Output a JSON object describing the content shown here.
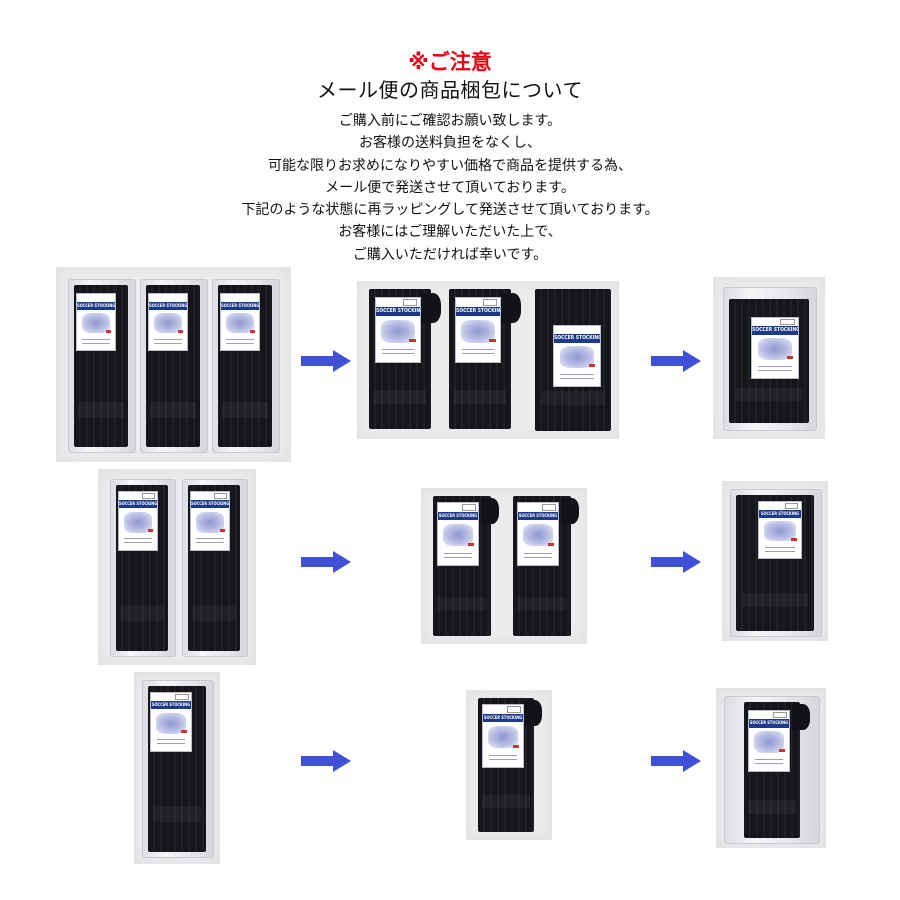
{
  "notice": "※ご注意",
  "heading": "メール便の商品梱包について",
  "body_lines": [
    "ご購入前にご確認お願い致します。",
    "お客様の送料負担をなくし、",
    "可能な限りお求めになりやすい価格で商品を提供する為、",
    "メール便で発送させて頂いております。",
    "下記のような状態に再ラッピングして発送させて頂いております。",
    "お客様にはご理解いただいた上で、",
    "ご購入いただければ幸いです。"
  ],
  "product_label": "SOCCER STOCKING",
  "colors": {
    "notice": "#e60012",
    "heading": "#111111",
    "arrow": "#3f51d6",
    "card_band": "#1d3a8a"
  },
  "rows": [
    {
      "steps": [
        "3-pair-original",
        "3-pair-repacked",
        "3-pair-mail-bag"
      ]
    },
    {
      "steps": [
        "2-pair-original",
        "2-pair-repacked",
        "2-pair-mail-bag"
      ]
    },
    {
      "steps": [
        "1-pair-original",
        "1-pair-repacked",
        "1-pair-mail-bag"
      ]
    }
  ]
}
